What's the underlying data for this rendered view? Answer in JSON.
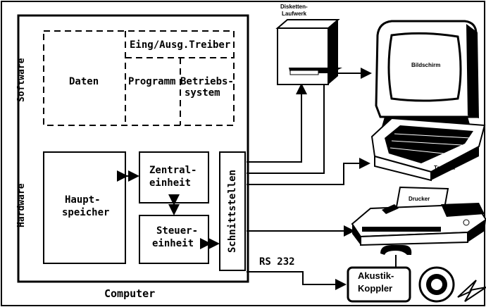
{
  "computer": {
    "caption": "Computer",
    "software_label": "Software",
    "hardware_label": "Hardware",
    "software": {
      "daten": "Daten",
      "eing_ausg_treiber": "Eing/Ausg.Treiber",
      "programm": "Programm",
      "betriebssystem_line1": "Betriebs-",
      "betriebssystem_line2": "system"
    },
    "hardware": {
      "hauptspeicher_line1": "Haupt-",
      "hauptspeicher_line2": "speicher",
      "zentraleinheit_line1": "Zentral-",
      "zentraleinheit_line2": "einheit",
      "steuereinheit_line1": "Steuer-",
      "steuereinheit_line2": "einheit",
      "schnittstellen": "Schnittstellen"
    }
  },
  "interface_label": "RS 232",
  "devices": {
    "disk_line1": "Disketten-",
    "disk_line2": "Laufwerk",
    "monitor": "Bildschirm",
    "keyboard": "Tastatur",
    "printer": "Drucker",
    "coupler_line1": "Akustik-",
    "coupler_line2": "Koppler"
  }
}
